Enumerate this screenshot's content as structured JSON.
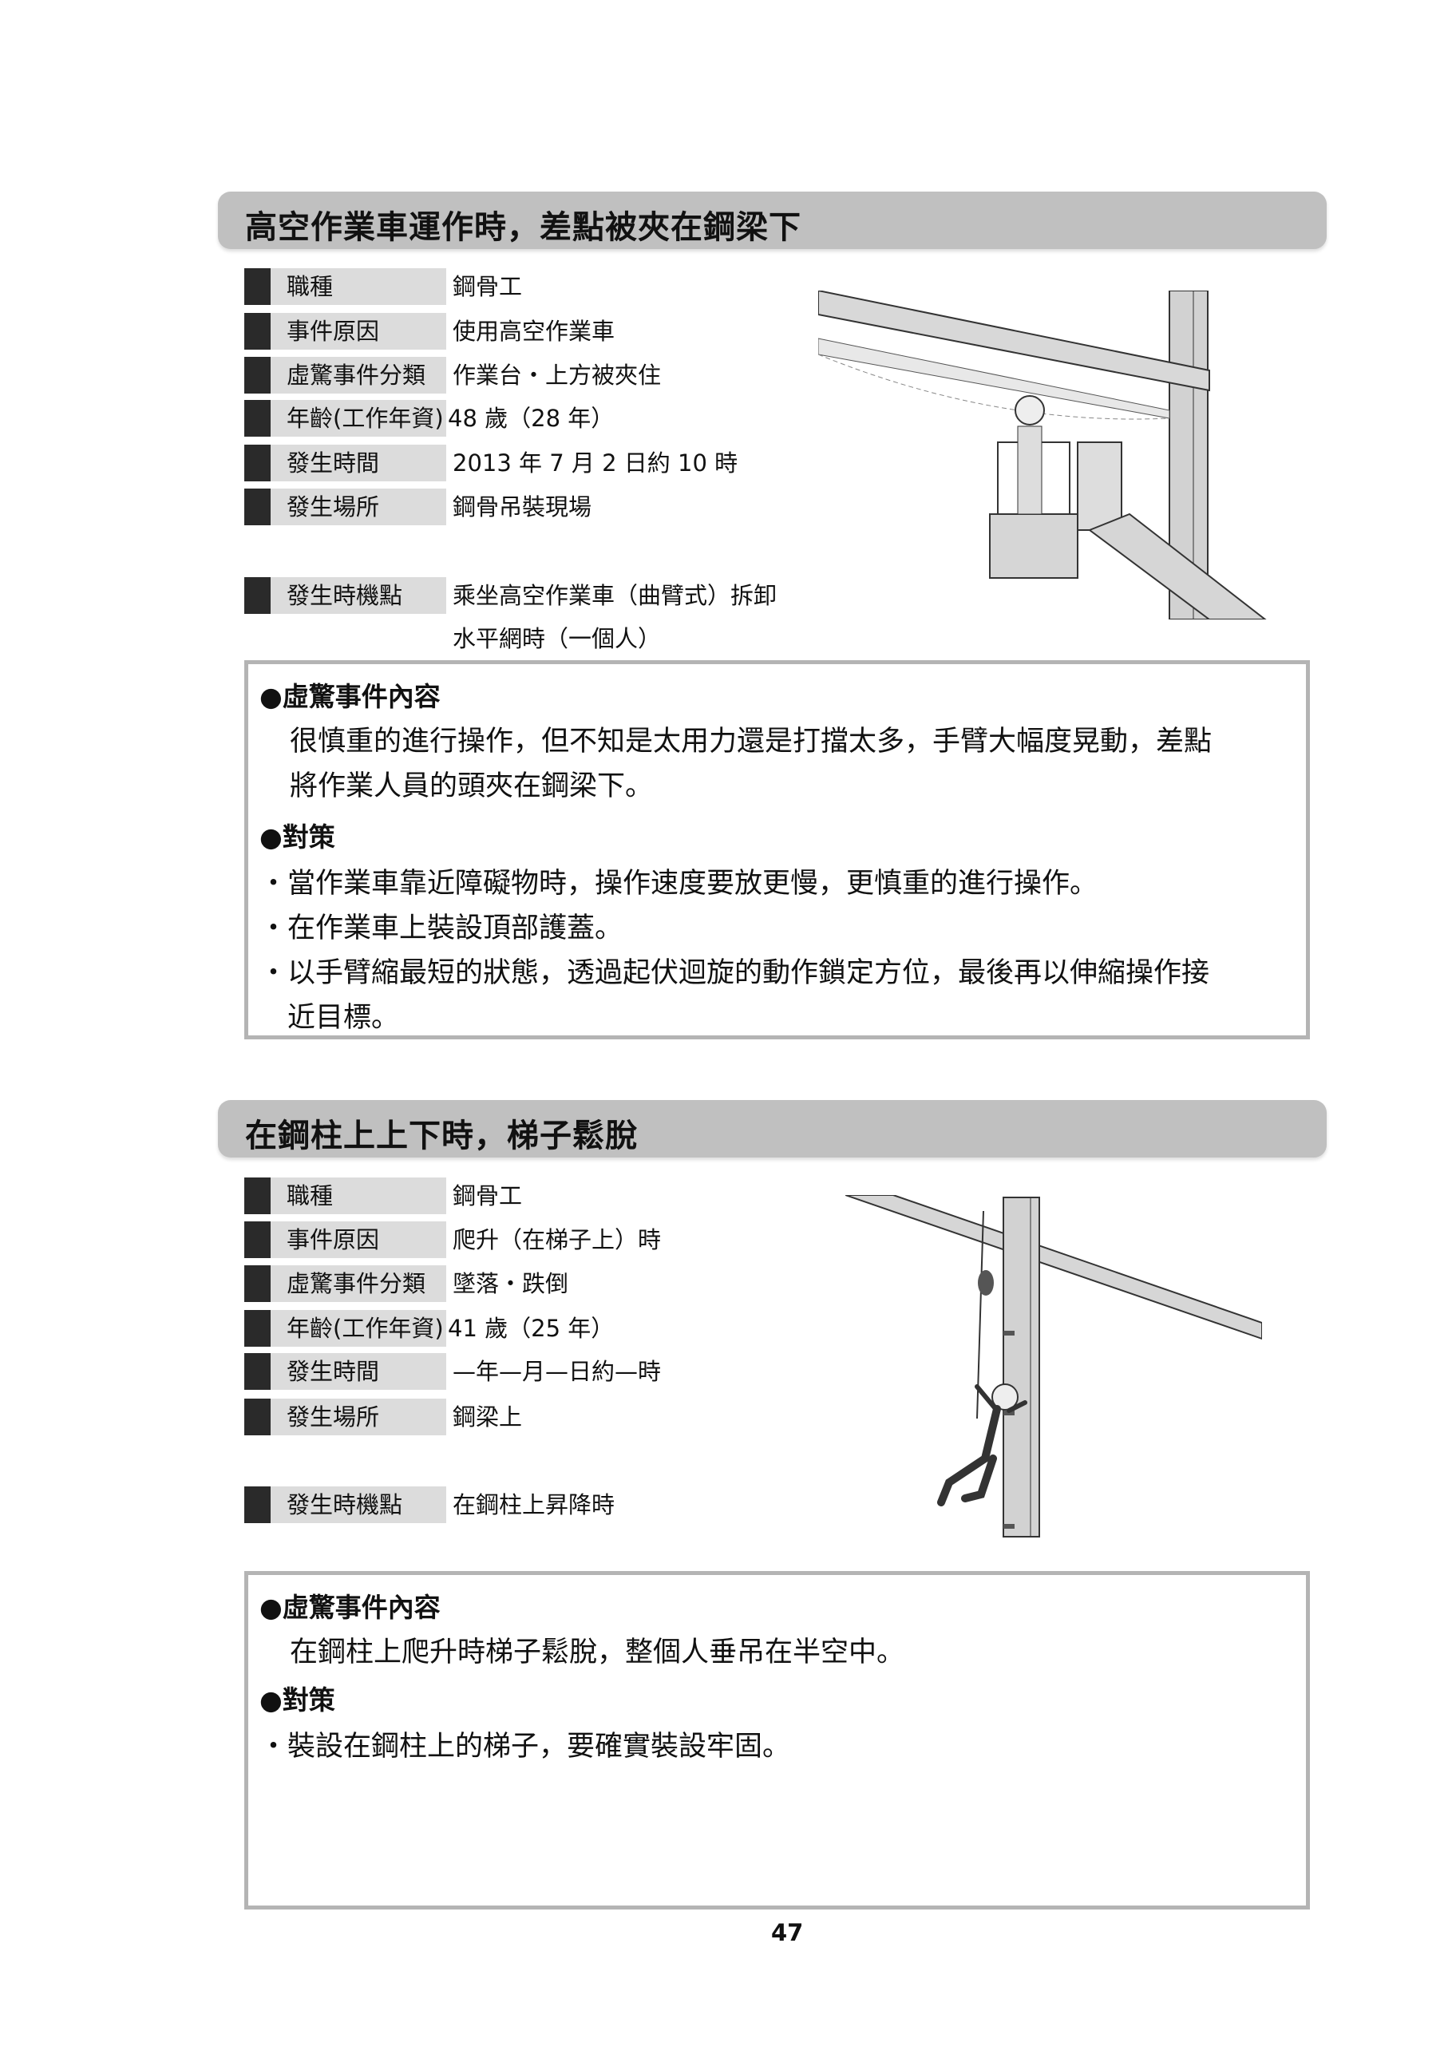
{
  "page_number": "47",
  "cases": [
    {
      "title": "高空作業車運作時，差點被夾在鋼梁下",
      "info": [
        {
          "label": "職種",
          "value": "鋼骨工"
        },
        {
          "label": "事件原因",
          "value": "使用高空作業車"
        },
        {
          "label": "虛驚事件分類",
          "value": "作業台・上方被夾住"
        },
        {
          "label": "年齡(工作年資)",
          "value": "48 歲（28 年）"
        },
        {
          "label": "發生時間",
          "value": "2013 年 7 月 2 日約 10 時"
        },
        {
          "label": "發生場所",
          "value": "鋼骨吊裝現場"
        }
      ],
      "timing_label": "發生時機點",
      "timing_lines": [
        "乘坐高空作業車（曲臂式）拆卸",
        "水平網時（一個人）"
      ],
      "content_heading": "●虛驚事件內容",
      "content_lines": [
        "很慎重的進行操作，但不知是太用力還是打擋太多，手臂大幅度晃動，差點",
        "將作業人員的頭夾在鋼梁下。"
      ],
      "measures_heading": "●對策",
      "measures_lines": [
        "・當作業車靠近障礙物時，操作速度要放更慢，更慎重的進行操作。",
        "・在作業車上裝設頂部護蓋。",
        "・以手臂縮最短的狀態，透過起伏迴旋的動作鎖定方位，最後再以伸縮操作接",
        "　近目標。"
      ]
    },
    {
      "title": "在鋼柱上上下時，梯子鬆脫",
      "info": [
        {
          "label": "職種",
          "value": "鋼骨工"
        },
        {
          "label": "事件原因",
          "value": "爬升（在梯子上）時"
        },
        {
          "label": "虛驚事件分類",
          "value": "墜落・跌倒"
        },
        {
          "label": "年齡(工作年資)",
          "value": "41 歲（25 年）"
        },
        {
          "label": "發生時間",
          "value": "—年—月—日約—時"
        },
        {
          "label": "發生場所",
          "value": "鋼梁上"
        }
      ],
      "timing_label": "發生時機點",
      "timing_lines": [
        "在鋼柱上昇降時"
      ],
      "content_heading": "●虛驚事件內容",
      "content_lines": [
        "在鋼柱上爬升時梯子鬆脫，整個人垂吊在半空中。"
      ],
      "measures_heading": "●對策",
      "measures_lines": [
        "・裝設在鋼柱上的梯子，要確實裝設牢固。"
      ]
    }
  ]
}
